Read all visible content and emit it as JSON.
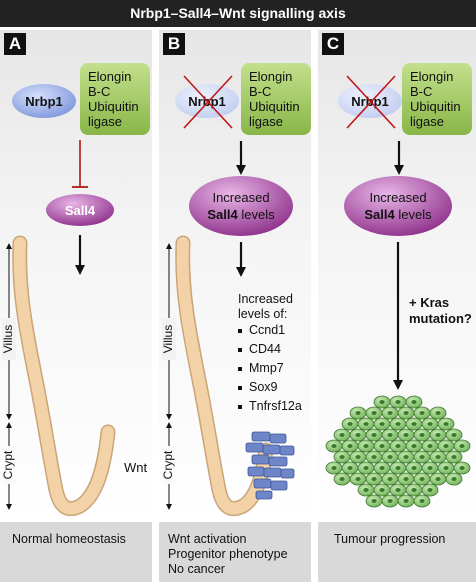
{
  "title": "Nrbp1–Sall4–Wnt signalling axis",
  "panels": [
    {
      "letter": "A",
      "nrbp1": "Nrbp1",
      "elongin": [
        "Elongin",
        "B-C",
        "Ubiquitin",
        "ligase"
      ],
      "sall4": "Sall4",
      "villus": "Villus",
      "crypt": "Crypt",
      "wnt": "Wnt",
      "footer": [
        "Normal homeostasis"
      ]
    },
    {
      "letter": "B",
      "nrbp1": "Nrbp1",
      "elongin": [
        "Elongin",
        "B-C",
        "Ubiquitin",
        "ligase"
      ],
      "sall4_line1": "Increased",
      "sall4_bold": "Sall4",
      "sall4_rest": " levels",
      "villus": "Villus",
      "crypt": "Crypt",
      "increased": [
        "Increased",
        "levels of:"
      ],
      "genes": [
        "Ccnd1",
        "CD44",
        "Mmp7",
        "Sox9",
        "Tnfrsf12a"
      ],
      "footer": [
        "Wnt activation",
        "Progenitor phenotype",
        "No cancer"
      ]
    },
    {
      "letter": "C",
      "nrbp1": "Nrbp1",
      "elongin": [
        "Elongin",
        "B-C",
        "Ubiquitin",
        "ligase"
      ],
      "sall4_line1": "Increased",
      "sall4_bold": "Sall4",
      "sall4_rest": " levels",
      "kras": [
        "+ Kras",
        "mutation?"
      ],
      "footer": [
        "Tumour progression"
      ]
    }
  ],
  "colors": {
    "nrbp1": "#8fa6e0",
    "elongin": "#9cc45a",
    "sall4": "#9b3a98",
    "epithelium": "#f2d2a6",
    "stem_cell": "#6e86c8",
    "tumour": "#7fbf6a",
    "inhibition": "#b01818"
  }
}
